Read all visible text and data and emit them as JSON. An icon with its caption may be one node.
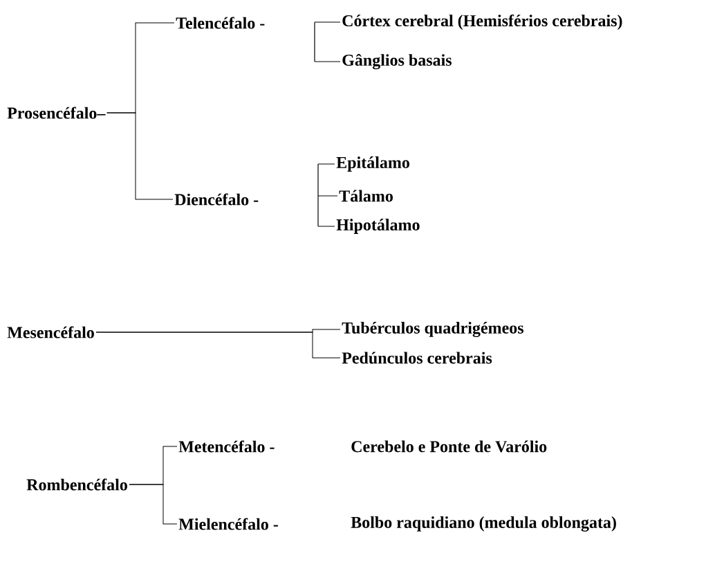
{
  "diagram": {
    "nodes": [
      {
        "text": [
          "Prosencéfalo–"
        ]
      },
      {
        "text": [
          "Telencéfalo -"
        ]
      },
      {
        "text": [],
        "shape": "bar"
      },
      {
        "text": [
          "Córtex cerebral (Hemisférios cerebrais)"
        ]
      },
      {
        "text": [
          "Gânglios basais"
        ]
      },
      {
        "text": [
          "Diencéfalo -"
        ]
      },
      {
        "text": [],
        "shape": "bar"
      },
      {
        "text": [
          "Epitálamo"
        ]
      },
      {
        "text": [
          "Tálamo"
        ]
      },
      {
        "text": [
          "Hipotálamo"
        ]
      },
      {
        "text": [
          "Mesencéfalo"
        ]
      },
      {
        "text": [
          "Tubérculos quadrigémeos"
        ]
      },
      {
        "text": [
          "Pedúnculos cerebrais"
        ]
      },
      {
        "text": [
          "Rombencéfalo"
        ]
      },
      {
        "text": [
          "Metencéfalo -"
        ]
      },
      {
        "text": [
          "Cerebelo e Ponte de Varólio"
        ]
      },
      {
        "text": [
          "Mielencéfalo -"
        ]
      },
      {
        "text": [
          "Bolbo raquidiano (medula oblongata)"
        ]
      }
    ],
    "edges": [
      {
        "from": 0,
        "to": 1,
        "arrow": "none"
      },
      {
        "from": 0,
        "to": 5,
        "arrow": "none"
      },
      {
        "from": 2,
        "to": 3,
        "arrow": "none"
      },
      {
        "from": 2,
        "to": 4,
        "arrow": "none"
      },
      {
        "from": 6,
        "to": 7,
        "arrow": "none"
      },
      {
        "from": 6,
        "to": 8,
        "arrow": "none"
      },
      {
        "from": 6,
        "to": 9,
        "arrow": "none"
      },
      {
        "from": 10,
        "to": 11,
        "arrow": "none"
      },
      {
        "from": 10,
        "to": 12,
        "arrow": "none"
      },
      {
        "from": 13,
        "to": 14,
        "arrow": "none"
      },
      {
        "from": 13,
        "to": 16,
        "arrow": "none"
      }
    ]
  }
}
